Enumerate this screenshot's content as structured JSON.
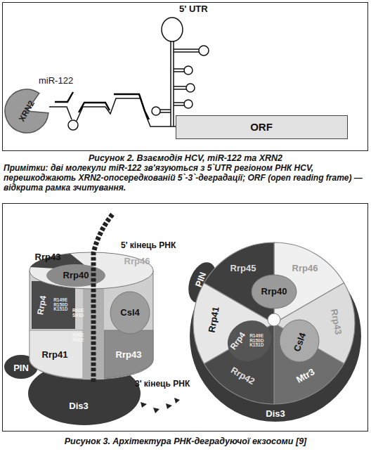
{
  "diagram": {
    "nodes": [
      {
        "text": [
          "XRN2"
        ]
      },
      {
        "text": [
          "ORF"
        ]
      },
      {
        "text": [
          "Rrp43"
        ]
      },
      {
        "text": [
          "Rrp40"
        ]
      },
      {
        "text": [
          "Rrp46"
        ]
      },
      {
        "text": [
          "Rrp4",
          "R149E R150D K151D"
        ]
      },
      {
        "text": [
          "Csl4"
        ]
      },
      {
        "text": [
          "Rrp41"
        ]
      },
      {
        "text": [
          "Rrp43"
        ]
      },
      {
        "text": [
          "PIN"
        ]
      },
      {
        "text": [
          "Dis3"
        ]
      },
      {
        "text": [
          "Rrp45"
        ]
      },
      {
        "text": [
          "Rrp46"
        ]
      },
      {
        "text": [
          "PIN"
        ]
      },
      {
        "text": [
          "Rrp40"
        ]
      },
      {
        "text": [
          "Rrp41"
        ]
      },
      {
        "text": [
          "Rrp4",
          "R149E R150D K151D"
        ]
      },
      {
        "text": [
          "Csl4"
        ]
      },
      {
        "text": [
          "Rrp43"
        ]
      },
      {
        "text": [
          "Rrp42"
        ]
      },
      {
        "text": [
          "Mtr3"
        ]
      },
      {
        "text": [
          "Dis3"
        ]
      }
    ],
    "labels": [
      "5' UTR",
      "miR-122",
      "Рисунок 2. Взаємодія HCV, miR-122 та XRN2",
      "Примітки: дві молекули miR-122 зв'язуються з 5`UTR регіоном РНК HCV, перешкоджають XRN2-опосередкованій 5`-3`-деградації; ORF (open reading frame) — відкрита рамка зчитування.",
      "5' кінець РНК",
      "R92E S93D",
      "R95E R96E",
      "3' кінець РНК",
      "Рисунок 3. Архітектура РНК-деградуючої екзосоми [9]"
    ]
  }
}
